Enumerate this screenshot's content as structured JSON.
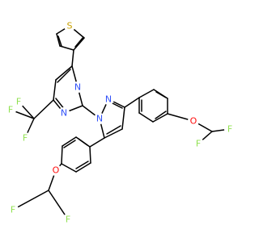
{
  "molecule": {
    "atom_labels": {
      "s": "S",
      "n_pyr_top": "N",
      "n_pyr_bottom": "N",
      "n_pz1": "N",
      "n_pz2": "N",
      "o_right": "O",
      "o_left": "O",
      "f_cf3_left": "F",
      "f_cf3_center": "F",
      "f_cf3_bottom": "F",
      "f_right_1": "F",
      "f_right_2": "F",
      "f_left_1": "F",
      "f_left_2": "F"
    },
    "colors": {
      "bond": "#000000",
      "nitrogen": "#3050F8",
      "oxygen": "#FF0D0D",
      "fluorine": "#90E050",
      "sulfur": "#C8A000"
    }
  }
}
